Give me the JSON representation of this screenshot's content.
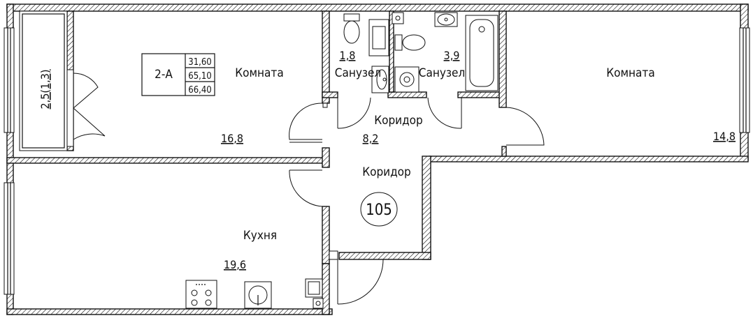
{
  "plan": {
    "code": "2-А",
    "areas": [
      "31,60",
      "65,10",
      "66,40"
    ]
  },
  "rooms": {
    "room_left": {
      "name": "Комната",
      "area": "16,8"
    },
    "room_right": {
      "name": "Комната",
      "area": "14,8"
    },
    "kitchen": {
      "name": "Кухня",
      "area": "19,6"
    },
    "bath_small": {
      "name": "Санузел",
      "area": "1,8"
    },
    "bath_large": {
      "name": "Санузел",
      "area": "3,9"
    },
    "corridor_upper": {
      "name": "Коридор",
      "area": "8,2"
    },
    "corridor_lower": {
      "name": "Коридор"
    },
    "balcony": {
      "area": "2,5(1,3)"
    }
  },
  "apartment_number": "105"
}
